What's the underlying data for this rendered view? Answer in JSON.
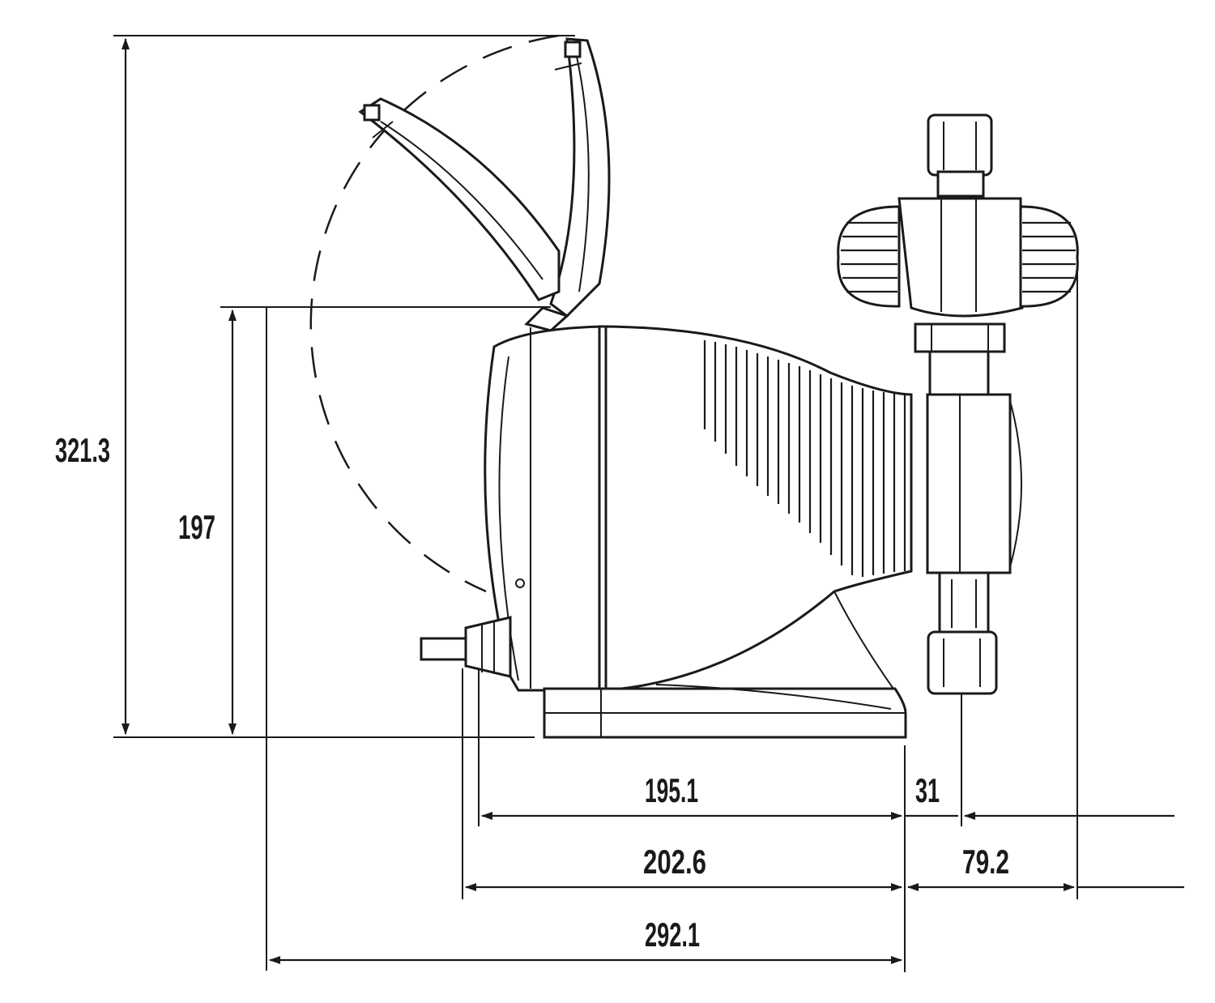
{
  "dimensions": {
    "total_height": "321.3",
    "body_height": "197",
    "base_to_valve": "195.1",
    "valve_offset": "31",
    "cable_to_base": "202.6",
    "valve_head_width": "79.2",
    "total_depth": "292.1"
  },
  "colors": {
    "line": "#1a1a1a",
    "background": "#ffffff"
  }
}
